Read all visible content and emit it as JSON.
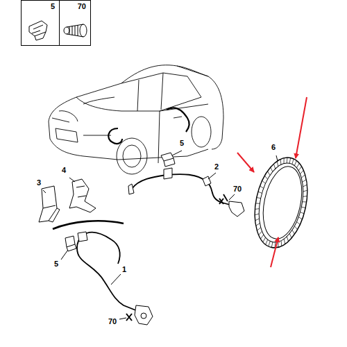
{
  "diagram": {
    "nodes": [
      {
        "text": [
          "5"
        ]
      },
      {
        "text": [
          "70"
        ]
      }
    ],
    "labels": [
      "6",
      "2",
      "5",
      "70",
      "4",
      "3",
      "5",
      "1",
      "70"
    ]
  }
}
